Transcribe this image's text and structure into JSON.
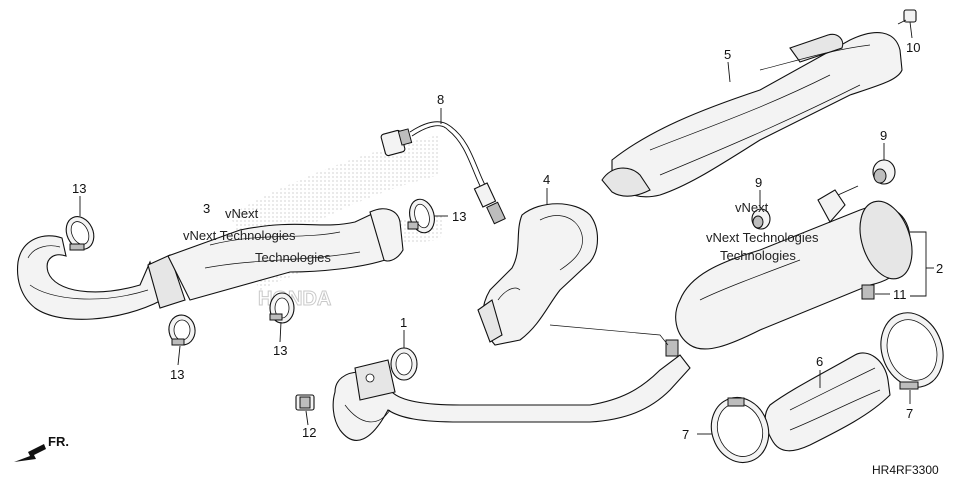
{
  "diagram": {
    "code": "HR4RF3300",
    "direction": "FR.",
    "watermark_line1": "vNext",
    "watermark_line2": "Technologies",
    "watermark_inline": "vNext Technologies",
    "brand_outline": "HONDA",
    "callouts": [
      {
        "id": "c1",
        "label": "1"
      },
      {
        "id": "c2",
        "label": "2"
      },
      {
        "id": "c3",
        "label": "3"
      },
      {
        "id": "c4",
        "label": "4"
      },
      {
        "id": "c5",
        "label": "5"
      },
      {
        "id": "c6",
        "label": "6"
      },
      {
        "id": "c7a",
        "label": "7"
      },
      {
        "id": "c7b",
        "label": "7"
      },
      {
        "id": "c8",
        "label": "8"
      },
      {
        "id": "c9a",
        "label": "9"
      },
      {
        "id": "c9b",
        "label": "9"
      },
      {
        "id": "c10",
        "label": "10"
      },
      {
        "id": "c11",
        "label": "11"
      },
      {
        "id": "c12",
        "label": "12"
      },
      {
        "id": "c13a",
        "label": "13"
      },
      {
        "id": "c13b",
        "label": "13"
      },
      {
        "id": "c13c",
        "label": "13"
      },
      {
        "id": "c13d",
        "label": "13"
      }
    ]
  }
}
